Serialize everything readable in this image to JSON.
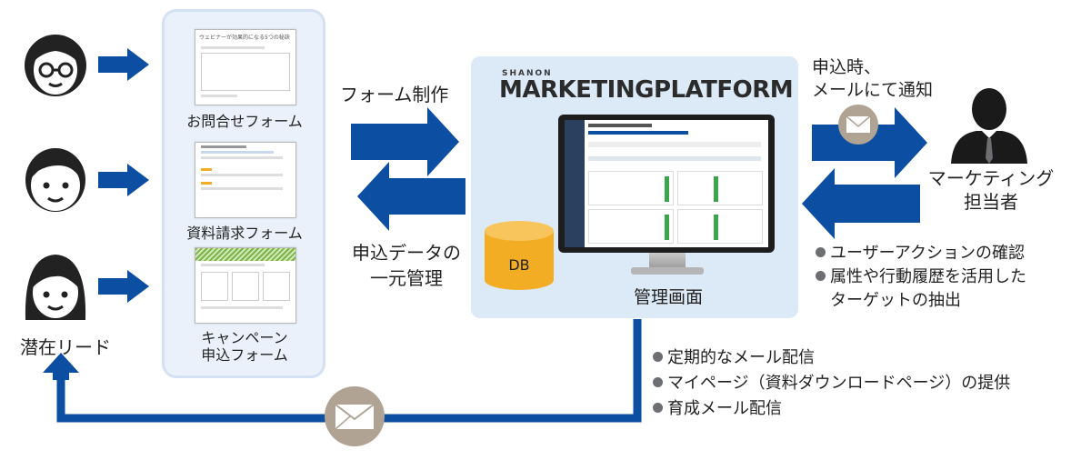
{
  "colors": {
    "arrow": "#0b4ea2",
    "panel": "#dce9f7",
    "envelope_circle": "#b0a394",
    "db": "#f3ad24"
  },
  "left": {
    "lead_label": "潜在リード"
  },
  "forms": {
    "inquiry": {
      "title": "ウェビナーが効果的になる5つの秘訣",
      "label": "お問合せフォーム"
    },
    "material": {
      "label": "資料請求フォーム"
    },
    "campaign": {
      "label_line1": "キャンペーン",
      "label_line2": "申込フォーム"
    }
  },
  "middle": {
    "form_creation": "フォーム制作",
    "data_line1": "申込データの",
    "data_line2": "一元管理"
  },
  "platform": {
    "brand_small": "SHANON",
    "brand_big_1": "MARKETING",
    "brand_big_2": "PLATFORM",
    "db_label": "DB",
    "screen_label": "管理画面"
  },
  "right": {
    "notify_line1": "申込時、",
    "notify_line2": "メールにて通知",
    "role_line1": "マーケティング",
    "role_line2": "担当者",
    "bullets": [
      "ユーザーアクションの確認",
      "属性や行動履歴を活用した",
      "ターゲットの抽出"
    ]
  },
  "bottom": {
    "bullets": [
      "定期的なメール配信",
      "マイページ（資料ダウンロードページ）の提供",
      "育成メール配信"
    ]
  }
}
